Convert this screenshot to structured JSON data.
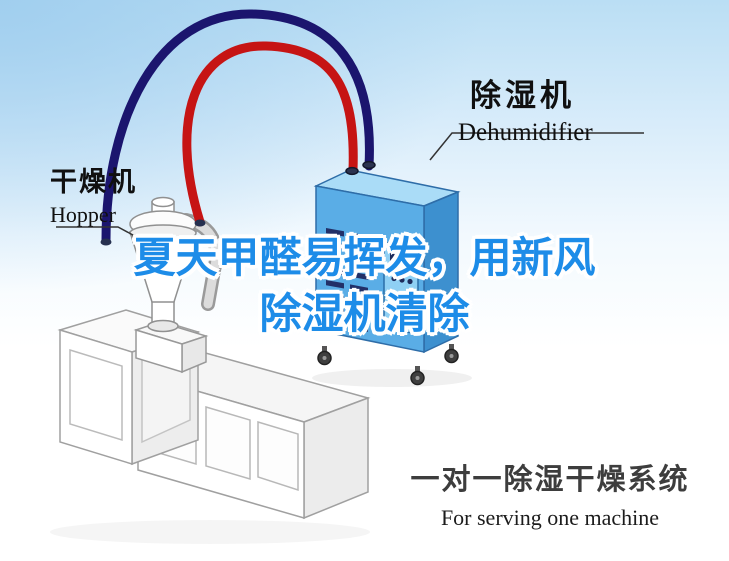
{
  "labels": {
    "hopper": {
      "zh": "干燥机",
      "en": "Hopper"
    },
    "dehumidifier": {
      "zh": "除湿机",
      "en": "Dehumidifier"
    }
  },
  "slogan": {
    "line1": "夏天甲醛易挥发，用新风",
    "line2": "除湿机清除"
  },
  "caption": {
    "zh": "一对一除湿干燥系统",
    "en": "For serving one machine"
  },
  "colors": {
    "slogan_blue": "#1d8ce8",
    "pipe_red": "#c61414",
    "pipe_navy": "#1b156e",
    "machine_blue_front": "#5aade6",
    "machine_blue_side": "#3d90cf",
    "machine_blue_top": "#aadcf7",
    "vent_navy": "#223068",
    "line_gray": "#a0a0a0"
  }
}
